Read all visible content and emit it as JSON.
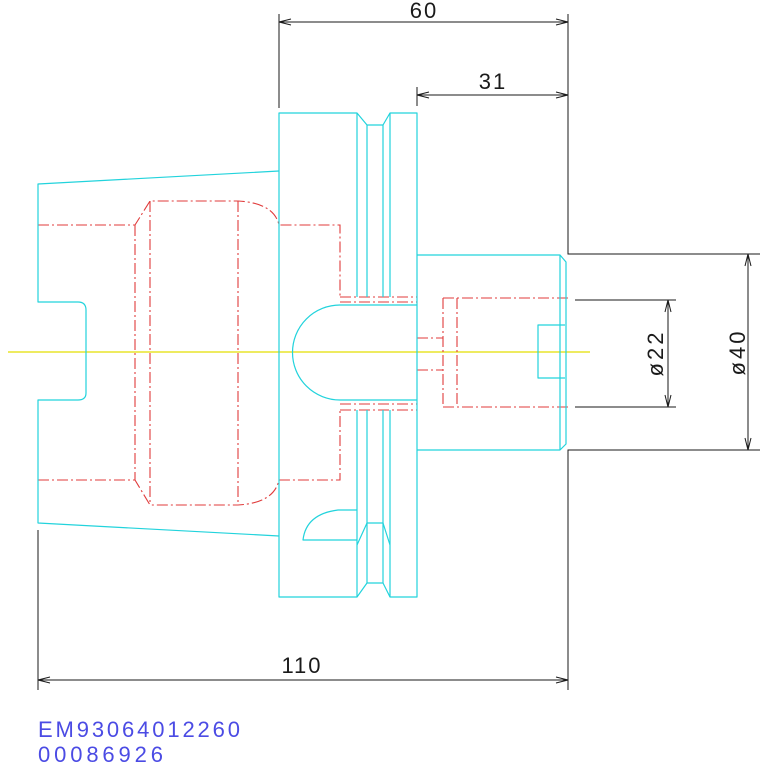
{
  "dimensions": {
    "flange_to_end": "60",
    "shank_length": "31",
    "overall_length": "110",
    "inner_diameter": "ø22",
    "shank_diameter": "ø40"
  },
  "labels": {
    "part_code": "EM93064012260",
    "number": "00086926"
  },
  "colors": {
    "outline": "#22d3dc",
    "hidden": "#e03b3b",
    "center": "#e4df00",
    "dim": "#1a1a1a",
    "label": "#4b4be4"
  }
}
